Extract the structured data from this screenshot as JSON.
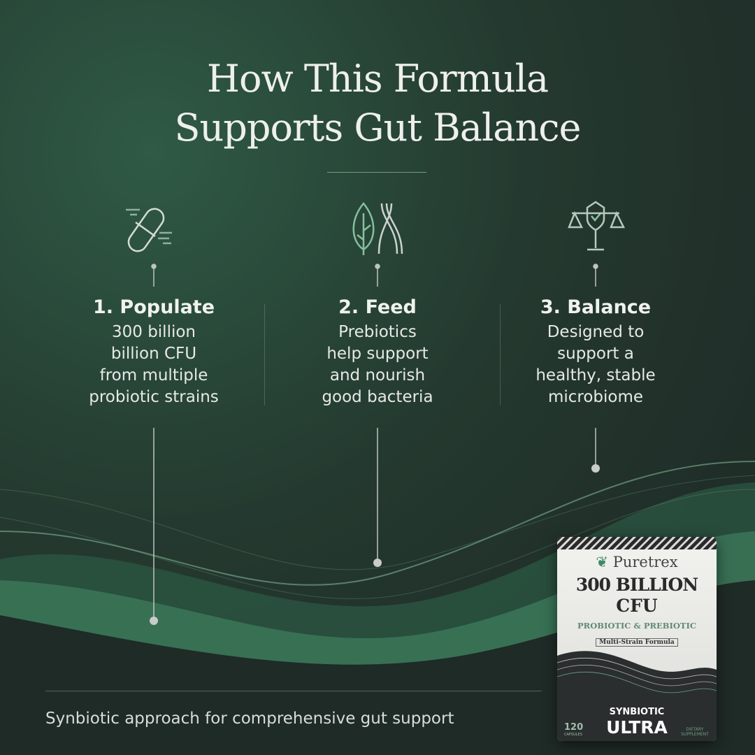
{
  "title": {
    "line1": "How This Formula",
    "line2": "Supports Gut Balance"
  },
  "steps": [
    {
      "icon": "capsule-icon",
      "heading": "1. Populate",
      "lines": [
        "300 billion",
        "billion CFU",
        "from multiple",
        "probiotic strains"
      ]
    },
    {
      "icon": "leaf-dna-icon",
      "heading": "2. Feed",
      "lines": [
        "Prebiotics",
        "help support",
        "and nourish",
        "good bacteria"
      ]
    },
    {
      "icon": "shield-scale-icon",
      "heading": "3. Balance",
      "lines": [
        "Designed to",
        "support a",
        "healthy, stable",
        "microbiome"
      ]
    }
  ],
  "footer": "Synbiotic approach for comprehensive gut support",
  "product": {
    "brand": "Puretrex",
    "headline1": "300 BILLION",
    "headline2": "CFU",
    "type": "PROBIOTIC & PREBIOTIC",
    "badge": "Multi-Strain Formula",
    "name1": "SYNBIOTIC",
    "name2": "ULTRA",
    "count": "120",
    "count_unit": "CAPSULES",
    "category": "DIETARY SUPPLEMENT"
  },
  "colors": {
    "accent": "#3f8a66",
    "background": "#24392f"
  }
}
